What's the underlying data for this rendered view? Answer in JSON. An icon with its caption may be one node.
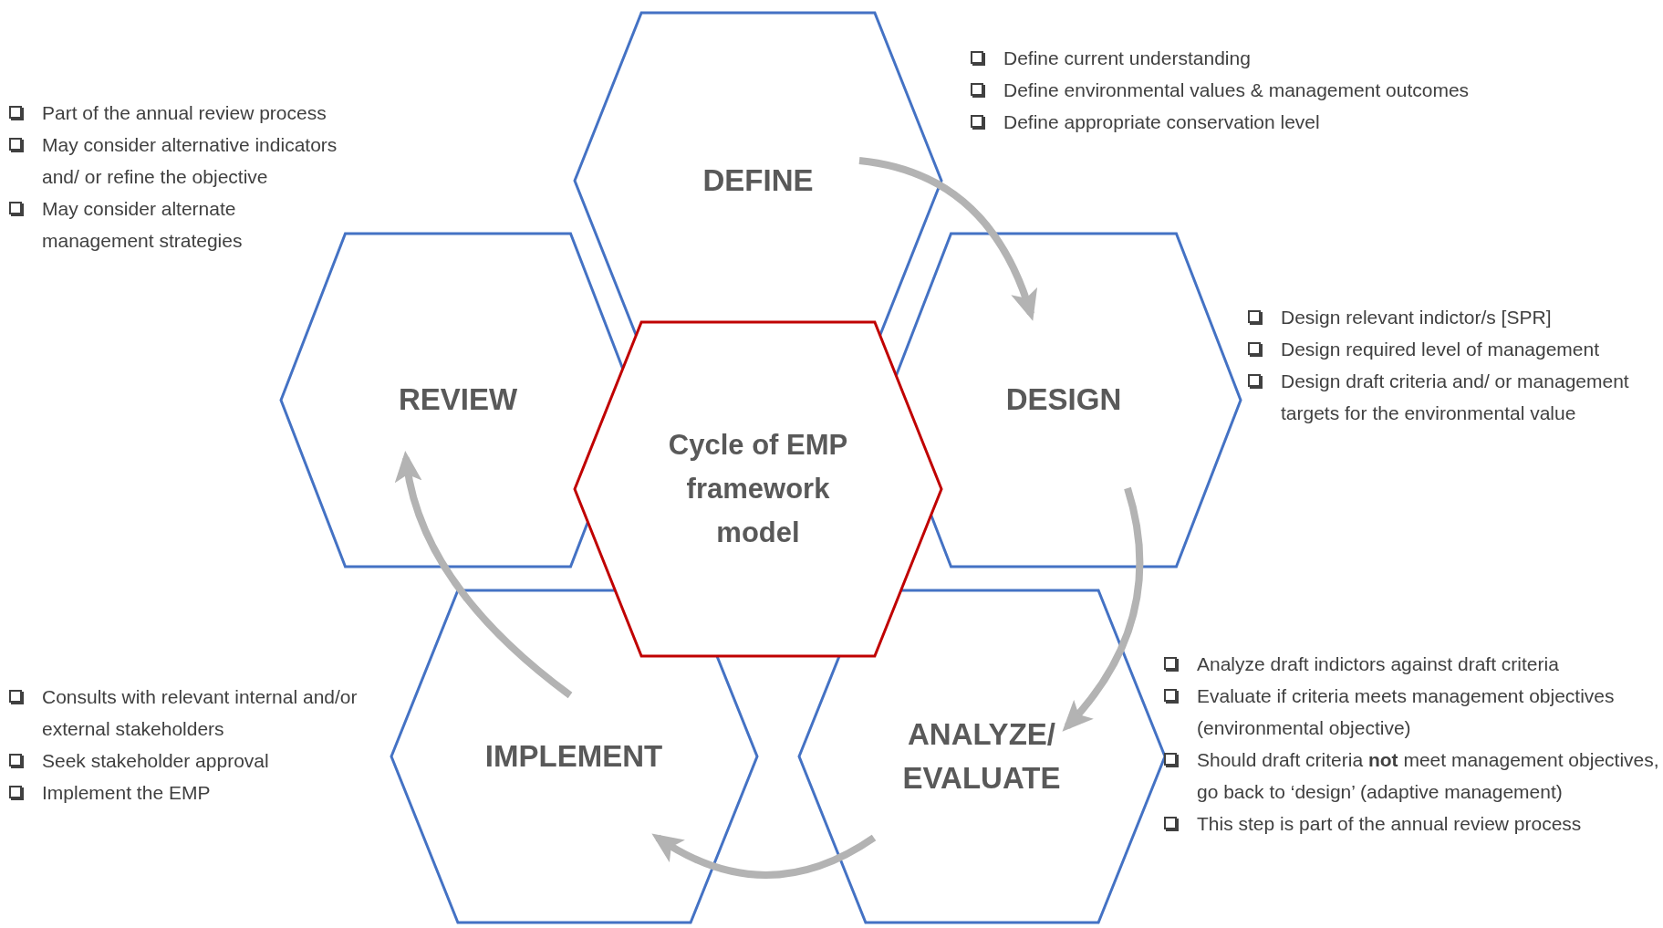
{
  "diagram": {
    "nodes": [
      {
        "text": [
          "DEFINE"
        ],
        "beside": [
          "Define current understanding",
          "Define environmental values & management outcomes",
          "Define appropriate conservation level"
        ]
      },
      {
        "text": [
          "REVIEW"
        ],
        "beside": [
          "Part of the annual review process",
          "May consider alternative indicators and/ or refine the objective",
          "May consider alternate management strategies"
        ]
      },
      {
        "text": [
          "DESIGN"
        ],
        "beside": [
          "Design relevant indictor/s [SPR]",
          "Design required level  of management",
          "Design draft criteria and/ or management targets for the environmental value"
        ]
      },
      {
        "text": [
          "Cycle of EMP framework model"
        ]
      },
      {
        "text": [
          "IMPLEMENT"
        ],
        "beside": [
          "Consults with relevant internal and/or external stakeholders",
          "Seek stakeholder approval",
          "Implement the EMP"
        ]
      },
      {
        "text": [
          "ANALYZE/ EVALUATE"
        ],
        "beside": [
          "Analyze draft indictors against draft criteria",
          "Evaluate if criteria meets management objectives (environmental objective)",
          "Should draft criteria **not** meet management objectives, go back to ‘design’ (adaptive management)",
          "This step is part of the annual review process"
        ]
      }
    ],
    "edges": [
      {
        "from": 0,
        "to": 2,
        "arrow": "to"
      },
      {
        "from": 2,
        "to": 5,
        "arrow": "to"
      },
      {
        "from": 5,
        "to": 4,
        "arrow": "to"
      },
      {
        "from": 4,
        "to": 1,
        "arrow": "to"
      }
    ]
  }
}
